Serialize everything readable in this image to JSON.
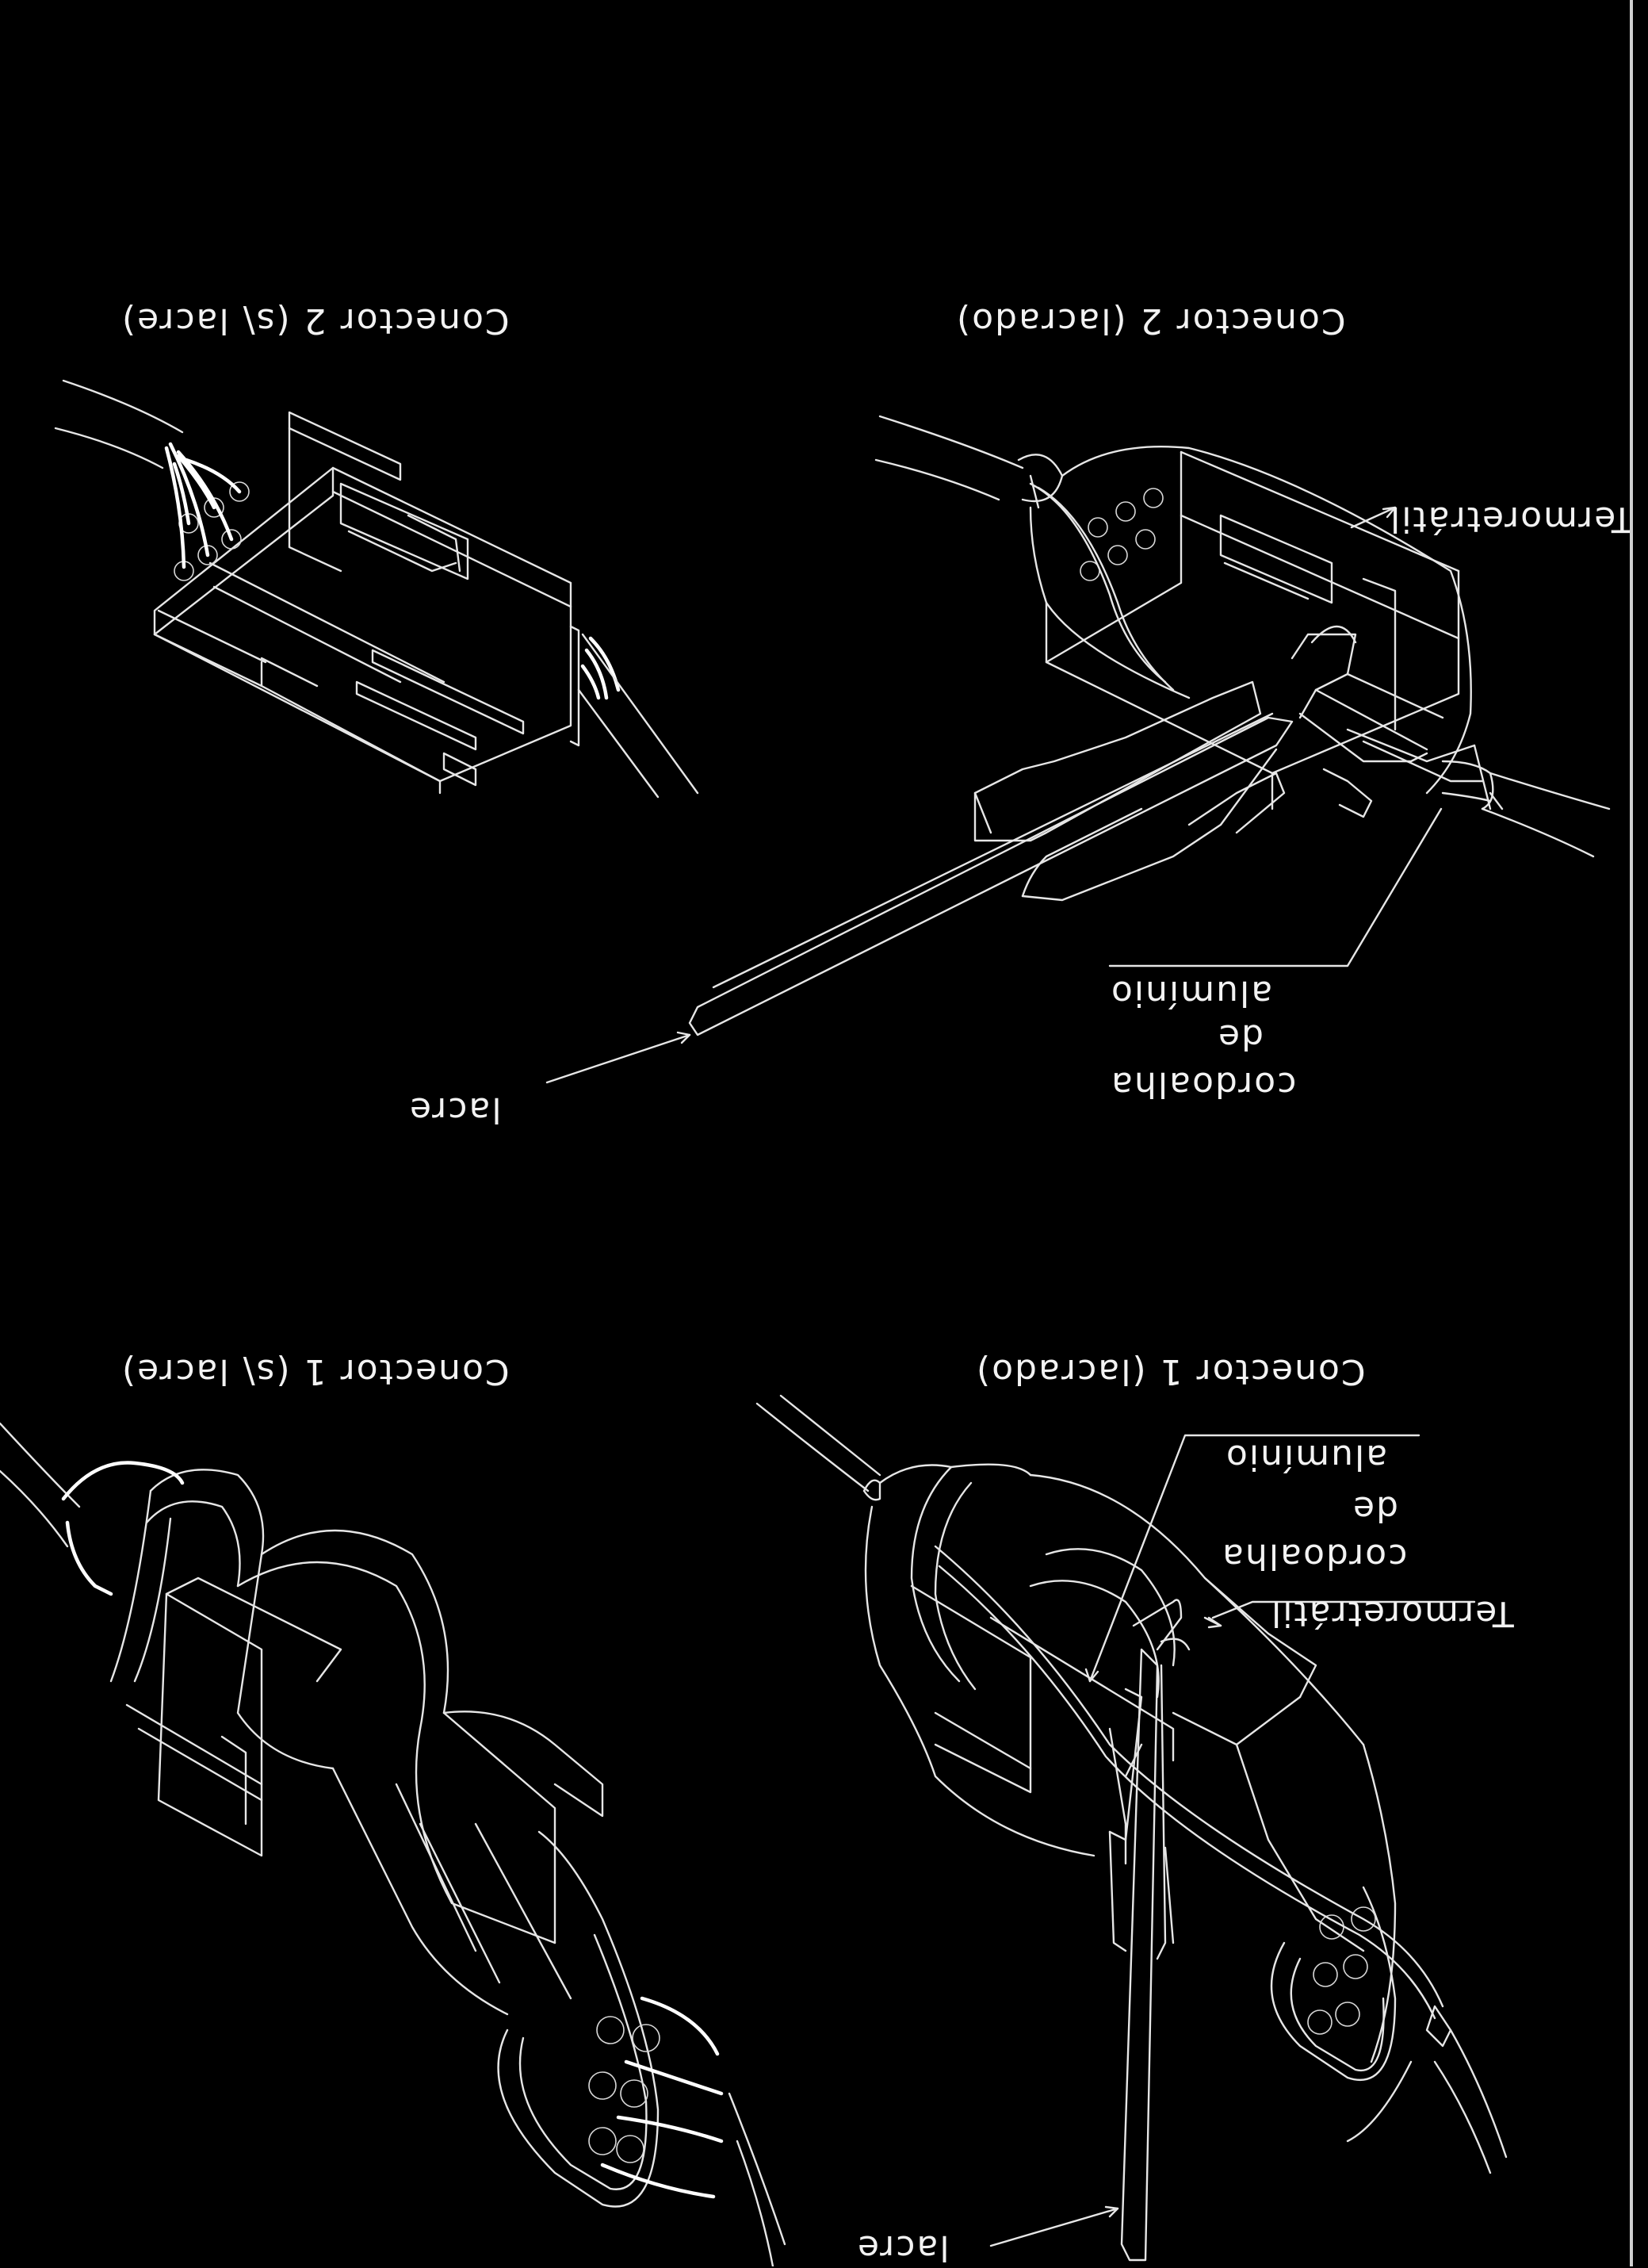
{
  "figures": {
    "conector2_sem_lacre": {
      "title": "Conector 2 (s\\ lacre)"
    },
    "conector2_lacrado": {
      "title": "Conector 2 (lacrado)",
      "callouts": {
        "termoretratil": "Termoretrátil",
        "cordoalha_l1": "cordoalha",
        "cordoalha_l2": "de",
        "cordoalha_l3": "alumínio",
        "lacre": "lacre"
      }
    },
    "conector1_sem_lacre": {
      "title": "Conector 1 (s\\ lacre)"
    },
    "conector1_lacrado": {
      "title": "Conector 1 (lacrado)",
      "callouts": {
        "termoretratil": "Termoretrátil",
        "cordoalha_l1": "cordoalha",
        "cordoalha_l2": "de",
        "cordoalha_l3": "alumínio",
        "lacre": "lacre"
      }
    }
  },
  "colors": {
    "background": "#000000",
    "linework": "#e6e6e6"
  }
}
